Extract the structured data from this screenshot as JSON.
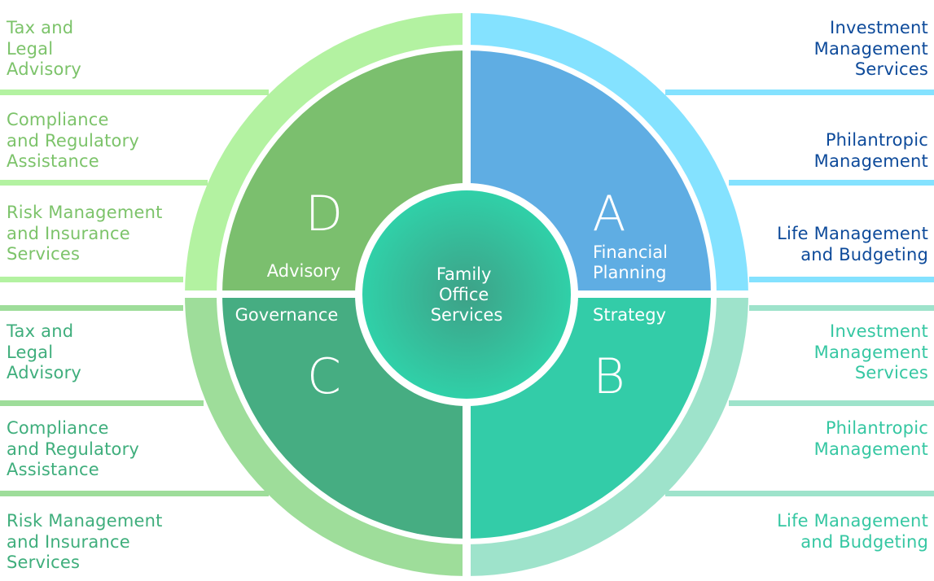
{
  "colors": {
    "left_top_text": "#7cc36a",
    "left_bottom_text": "#3fae7c",
    "right_top_text": "#0d4a9a",
    "right_bottom_text": "#35c7a2",
    "ring_d": "#b3f2a1",
    "ring_a": "#84e2ff",
    "ring_c": "#9edd9a",
    "ring_b": "#9ee3cb",
    "quad_d": "#7bbf6e",
    "quad_a": "#5fade3",
    "quad_c": "#46ad82",
    "quad_b": "#33cca8",
    "center_inner": "#3ea187",
    "center_outer": "#30d0a8"
  },
  "center": {
    "title": "Family\nOffice\nServices"
  },
  "quadrants": {
    "a": {
      "letter": "A",
      "label": "Financial\nPlanning"
    },
    "b": {
      "letter": "B",
      "label": "Strategy"
    },
    "c": {
      "letter": "C",
      "label": "Governance"
    },
    "d": {
      "letter": "D",
      "label": "Advisory"
    }
  },
  "left_top": [
    "Tax and\nLegal\nAdvisory",
    "Compliance\nand Regulatory\nAssistance",
    "Risk Management\nand Insurance\nServices"
  ],
  "left_bottom": [
    "Tax and\nLegal\nAdvisory",
    "Compliance\nand Regulatory\nAssistance",
    "Risk Management\nand Insurance\nServices"
  ],
  "right_top": [
    "Investment\nManagement\nServices",
    "Philantropic\nManagement",
    "Life Management\nand Budgeting"
  ],
  "right_bottom": [
    "Investment\nManagement\nServices",
    "Philantropic\nManagement",
    "Life Management\nand Budgeting"
  ]
}
